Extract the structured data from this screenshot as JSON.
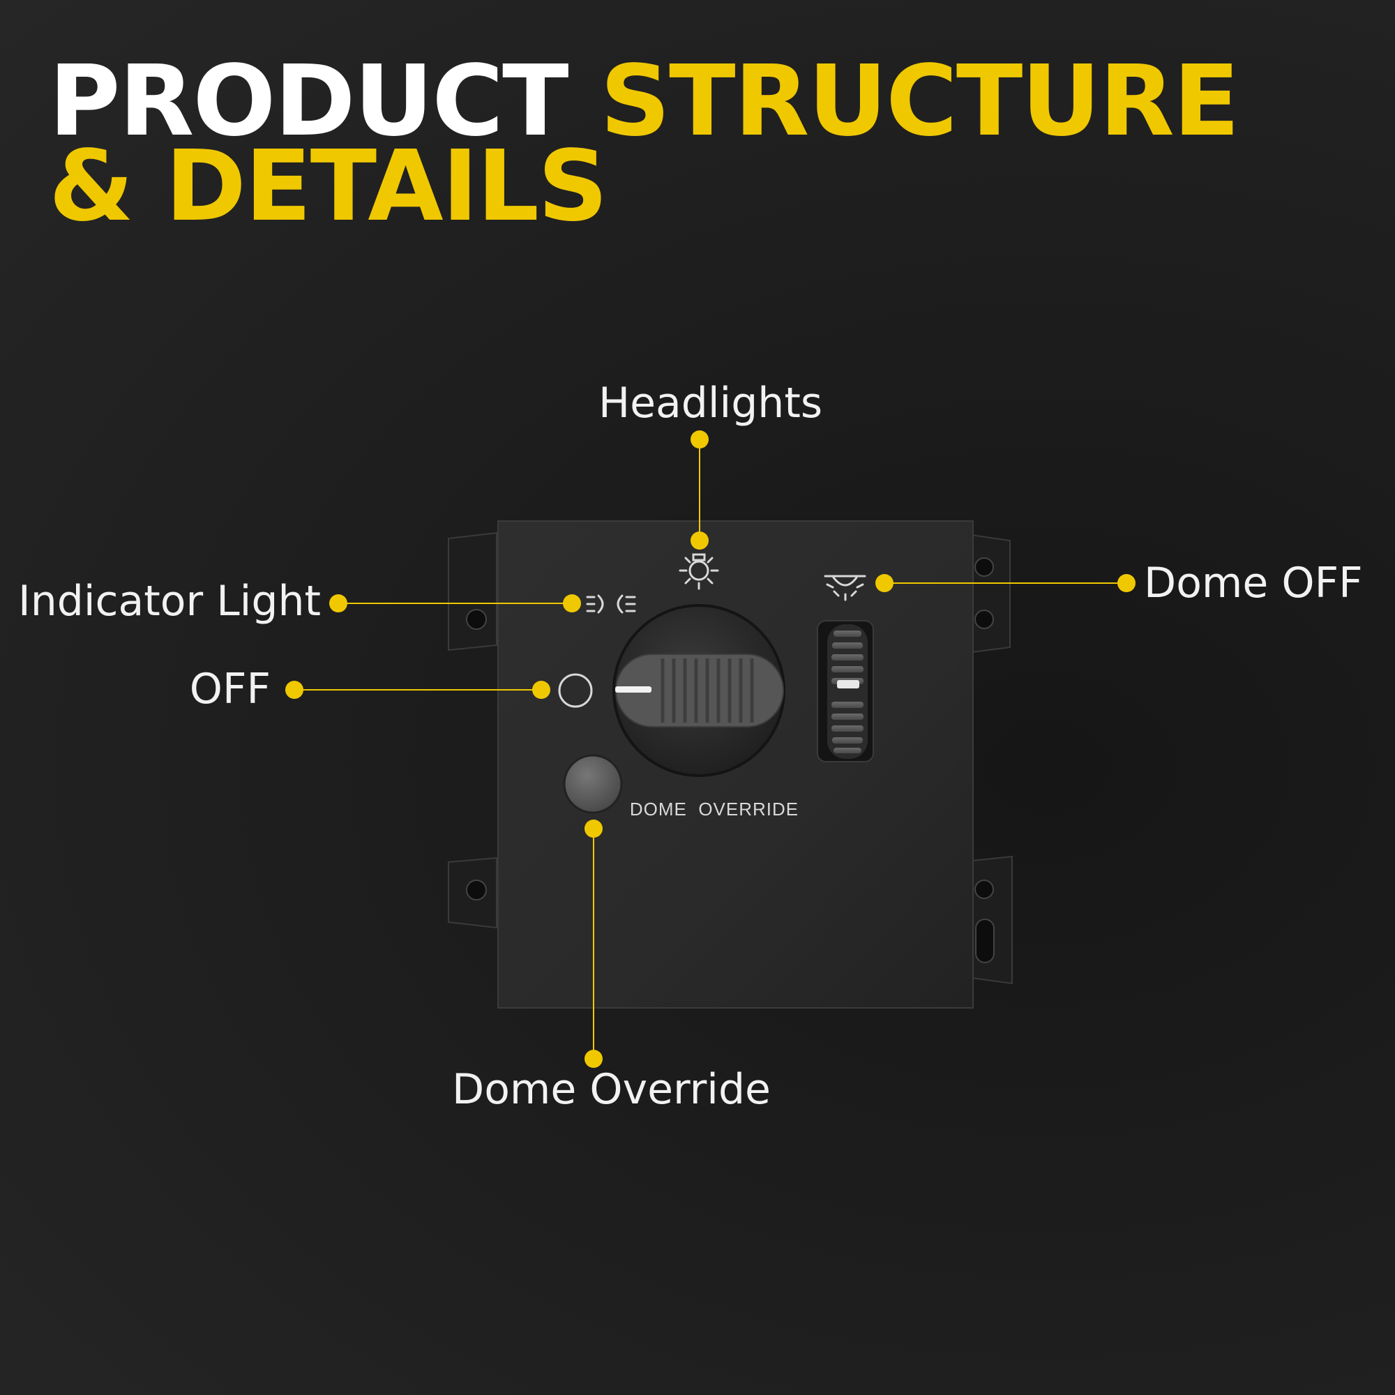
{
  "title": {
    "word1": "PRODUCT",
    "word2": "STRUCTURE",
    "line2": "& DETAILS"
  },
  "callouts": {
    "headlights": "Headlights",
    "indicator_light": "Indicator Light",
    "off": "OFF",
    "dome_off": "Dome OFF",
    "dome_override": "Dome Override"
  },
  "panel": {
    "dome_override_label": "DOME  OVERRIDE"
  },
  "colors": {
    "accent": "#f0c800",
    "panel": "#2c2c2c",
    "knob": "#575757"
  },
  "icons": [
    "headlight-bulb-icon",
    "parking-lights-icon",
    "dome-light-icon",
    "off-circle-icon"
  ]
}
